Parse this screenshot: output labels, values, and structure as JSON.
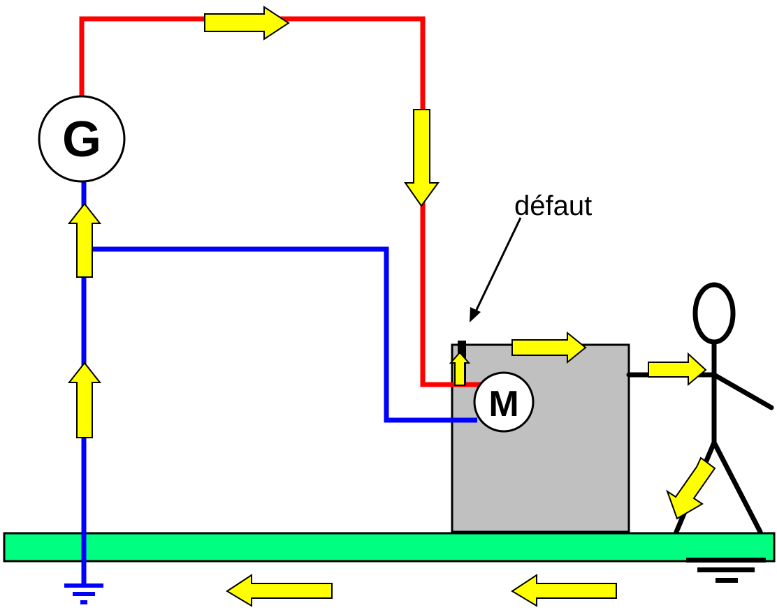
{
  "diagram": {
    "generator_label": "G",
    "motor_label": "M",
    "fault_label": "défaut"
  },
  "colors": {
    "phase_wire": "#ff0000",
    "neutral_wire": "#0000ff",
    "ground_plane": "#00ff80",
    "enclosure": "#c0c0c0",
    "current_arrow": "#ffff00",
    "outline": "#000000"
  }
}
